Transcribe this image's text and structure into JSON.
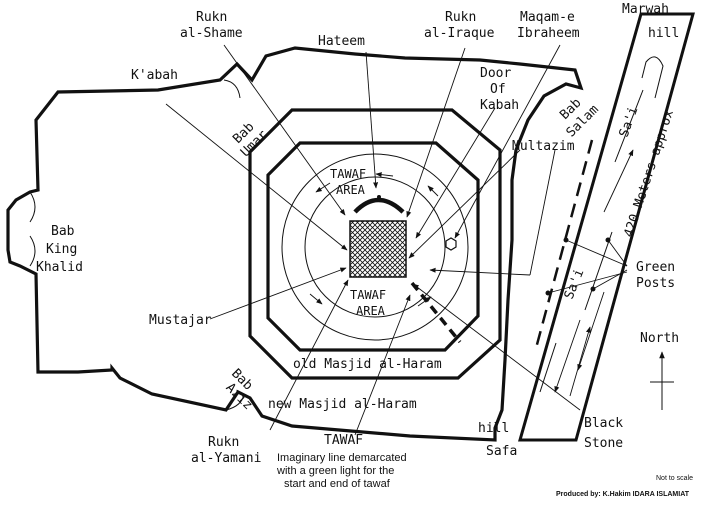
{
  "labels": {
    "rukn_shame_1": "Rukn",
    "rukn_shame_2": "al-Shame",
    "hateem": "Hateem",
    "rukn_iraque_1": "Rukn",
    "rukn_iraque_2": "al-Iraque",
    "maqam_1": "Maqam-e",
    "maqam_2": "Ibraheem",
    "marwah_1": "Marwah",
    "marwah_2": "hill",
    "kabah": "K'abah",
    "door_1": "Door",
    "door_2": "Of",
    "door_3": "Kabah",
    "bab_umar_1": "Bab",
    "bab_umar_2": "Umar",
    "bab_salam_1": "Bab",
    "bab_salam_2": "Salam",
    "sai_top": "Sa'i",
    "meters": "420 Meters approx",
    "multazim": "Multazim",
    "tawaf_area_top_1": "TAWAF",
    "tawaf_area_top_2": "AREA",
    "bab_king_1": "Bab",
    "bab_king_2": "King",
    "bab_king_3": "Khalid",
    "green_1": "Green",
    "green_2": "Posts",
    "sai_mid": "Sa'i",
    "mustajar": "Mustajar",
    "tawaf_area_bot_1": "TAWAF",
    "tawaf_area_bot_2": "AREA",
    "north": "North",
    "bab_aziz_1": "Bab",
    "bab_aziz_2": "Aziz",
    "old_masjid": "old  Masjid al-Haram",
    "new_masjid": "new  Masjid  al-Haram",
    "black_1": "Black",
    "black_2": "Stone",
    "safa_1": "hill",
    "safa_2": "Safa",
    "rukn_yamani_1": "Rukn",
    "rukn_yamani_2": "al-Yamani",
    "tawaf_title": "TAWAF",
    "tawaf_desc_1": "Imaginary line demarcated",
    "tawaf_desc_2": "with a green light for the",
    "tawaf_desc_3": "start and end of tawaf",
    "not_to_scale": "Not to scale",
    "produced_by": "Produced by: K.Hakim IDARA ISLAMIAT"
  }
}
